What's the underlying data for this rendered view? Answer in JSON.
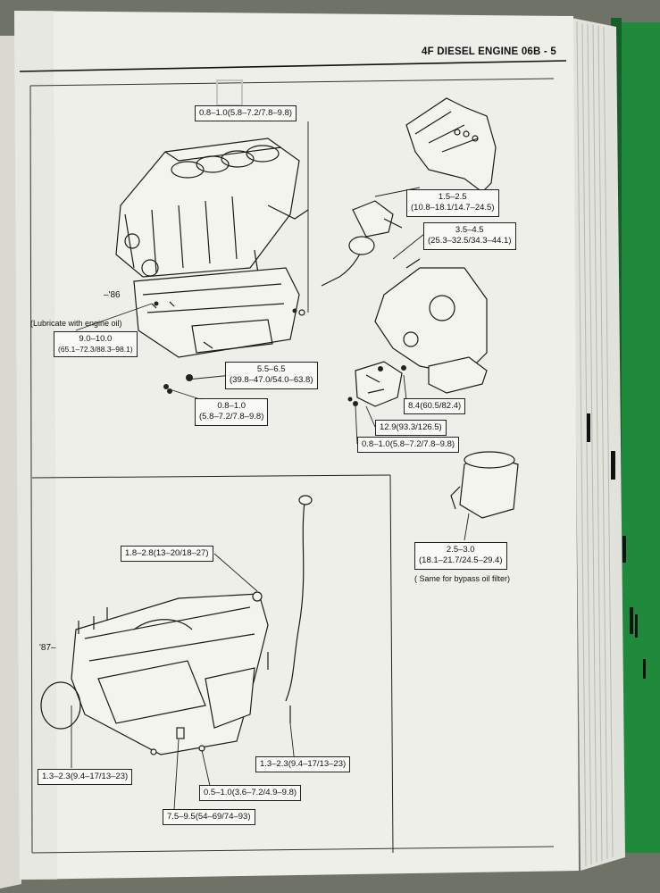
{
  "header": {
    "title": "4F DIESEL ENGINE 06B - 5"
  },
  "background_ghost": {
    "title": "RECOMMENDED LIQUID GASKET"
  },
  "labels": {
    "b1": "0.8–1.0(5.8–7.2/7.8–9.8)",
    "b2_l1": "1.5–2.5",
    "b2_l2": "(10.8–18.1/14.7–24.5)",
    "b3_l1": "3.5–4.5",
    "b3_l2": "(25.3–32.5/34.3–44.1)",
    "era86": "–'86",
    "lube_note": "(Lubricate with engine oil)",
    "b4_l1": "9.0–10.0",
    "b4_l2": "(65.1–72.3/88.3–98.1)",
    "b5_l1": "5.5–6.5",
    "b5_l2": "(39.8–47.0/54.0–63.8)",
    "b6_l1": "0.8–1.0",
    "b6_l2": "(5.8–7.2/7.8–9.8)",
    "b7": "8.4(60.5/82.4)",
    "b8": "12.9(93.3/126.5)",
    "b9": "0.8–1.0(5.8–7.2/7.8–9.8)",
    "b10": "1.8–2.8(13–20/18–27)",
    "b11_l1": "2.5–3.0",
    "b11_l2": "(18.1–21.7/24.5–29.4)",
    "bypass_note": "( Same for bypass oil filter)",
    "era87": "'87–",
    "b12": "1.3–2.3(9.4–17/13–23)",
    "b13": "1.3–2.3(9.4–17/13–23)",
    "b14": "0.5–1.0(3.6–7.2/4.9–9.8)",
    "b15": "7.5–9.5(54–69/74–93)"
  },
  "colors": {
    "green_cover": "#1f8a3c",
    "paper": "#efefea",
    "ink": "#111111"
  }
}
